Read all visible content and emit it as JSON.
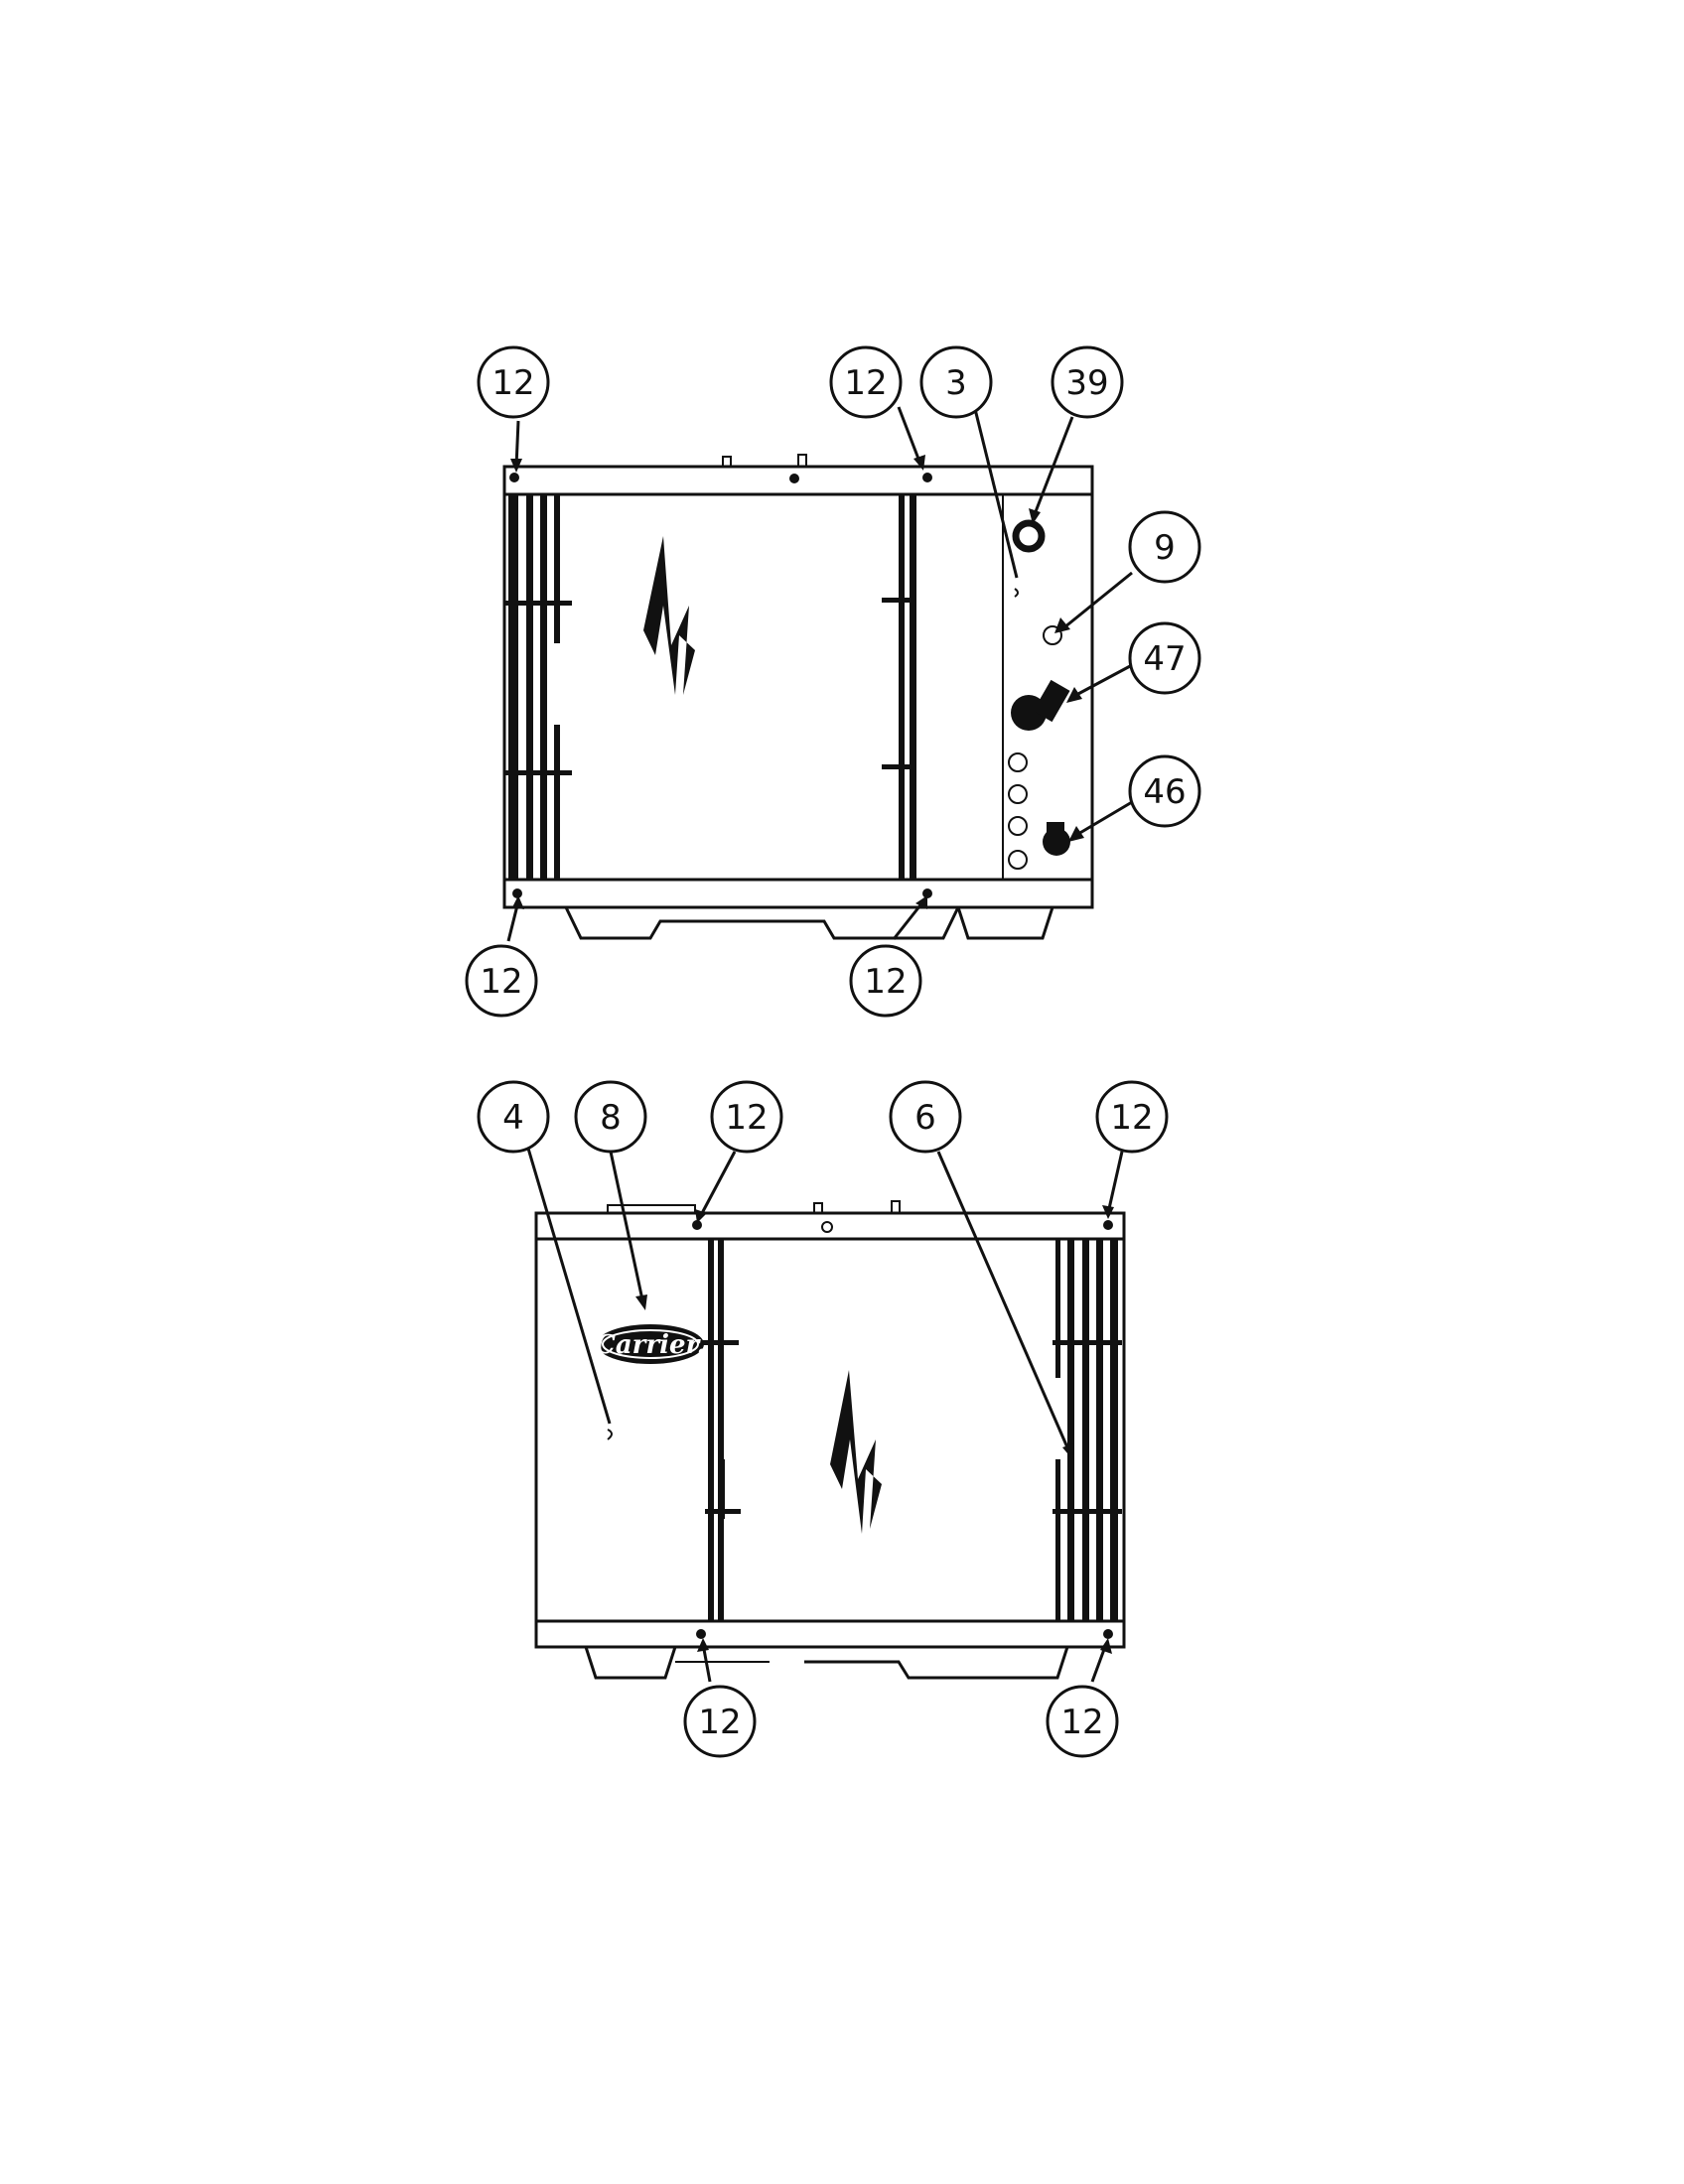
{
  "colors": {
    "ink": "#111111",
    "paper": "#ffffff"
  },
  "top_view": {
    "callouts": [
      {
        "id": "c-top-1",
        "label": "12"
      },
      {
        "id": "c-top-2",
        "label": "12"
      },
      {
        "id": "c-top-3",
        "label": "3"
      },
      {
        "id": "c-top-4",
        "label": "39"
      },
      {
        "id": "c-top-5",
        "label": "9"
      },
      {
        "id": "c-top-6",
        "label": "47"
      },
      {
        "id": "c-top-7",
        "label": "46"
      },
      {
        "id": "c-top-8",
        "label": "12"
      },
      {
        "id": "c-top-9",
        "label": "12"
      }
    ]
  },
  "bottom_view": {
    "logo_text": "Carrier.",
    "callouts": [
      {
        "id": "c-bot-1",
        "label": "4"
      },
      {
        "id": "c-bot-2",
        "label": "8"
      },
      {
        "id": "c-bot-3",
        "label": "12"
      },
      {
        "id": "c-bot-4",
        "label": "6"
      },
      {
        "id": "c-bot-5",
        "label": "12"
      },
      {
        "id": "c-bot-6",
        "label": "12"
      },
      {
        "id": "c-bot-7",
        "label": "12"
      }
    ]
  }
}
